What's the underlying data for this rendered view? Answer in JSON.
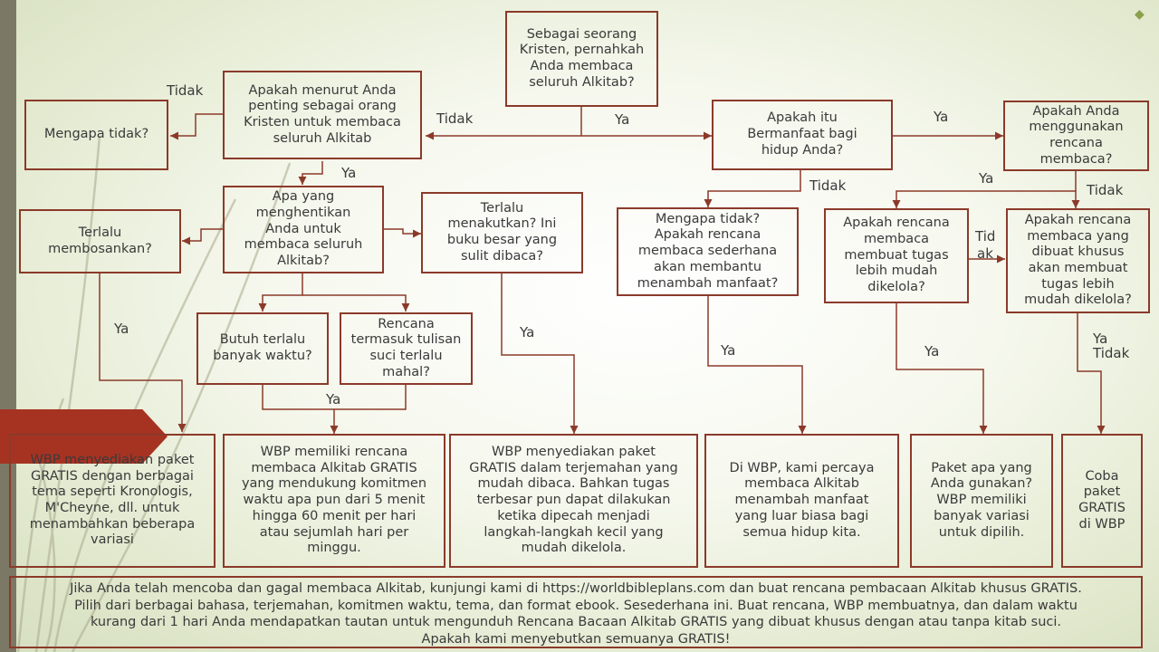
{
  "nodes": {
    "start": "Sebagai seorang\nKristen, pernahkah\nAnda membaca\nseluruh Alkitab?",
    "important": "Apakah menurut Anda\npenting sebagai orang\nKristen untuk membaca\nseluruh Alkitab",
    "why_not_1": "Mengapa tidak?",
    "beneficial": "Apakah itu\nBermanfaat bagi\nhidup Anda?",
    "using_plan": "Apakah Anda\nmenggunakan\nrencana\nmembaca?",
    "what_stops": "Apa yang\nmenghentikan\nAnda untuk\nmembaca seluruh\nAlkitab?",
    "boring": "Terlalu\nmembosankan?",
    "scary": "Terlalu\nmenakutkan?  Ini\nbuku besar yang\nsulit dibaca?",
    "why_not_2": "Mengapa tidak?\nApakah rencana\nmembaca sederhana\nakan membantu\nmenambah manfaat?",
    "plan_easier": "Apakah rencana\nmembaca\nmembuat tugas\nlebih mudah\ndikelola?",
    "custom_plan": "Apakah rencana\nmembaca yang\ndibuat khusus\nakan membuat\ntugas lebih\nmudah dikelola?",
    "too_long": "Butuh terlalu\nbanyak waktu?",
    "expensive": "Rencana\ntermasuk tulisan\nsuci terlalu\nmahal?",
    "ans_themes": "WBP menyediakan paket\nGRATIS dengan berbagai\ntema seperti Kronologis,\nM'Cheyne, dll. untuk\nmenambahkan beberapa\nvariasi",
    "ans_time": "WBP memiliki rencana\nmembaca Alkitab GRATIS\nyang mendukung komitmen\nwaktu apa pun dari 5 menit\nhingga 60 menit per hari\natau sejumlah hari per\nminggu.",
    "ans_translation": "WBP menyediakan paket\nGRATIS dalam terjemahan yang\nmudah dibaca.  Bahkan tugas\nterbesar pun dapat dilakukan\nketika dipecah menjadi\nlangkah-langkah kecil yang\nmudah dikelola.",
    "ans_benefit": "Di WBP, kami percaya\nmembaca Alkitab\nmenambah manfaat\nyang luar biasa bagi\nsemua hidup kita.",
    "ans_which": "Paket apa yang\nAnda gunakan?\nWBP memiliki\nbanyak variasi\nuntuk dipilih.",
    "ans_try": "Coba\npaket\nGRATIS\ndi WBP"
  },
  "labels": {
    "tidak": "Tidak",
    "ya": "Ya",
    "tid": "Tid",
    "ak": "ak"
  },
  "footer": {
    "line1": "Jika Anda telah mencoba dan gagal membaca Alkitab, kunjungi kami di https://worldbibleplans.com dan buat rencana pembacaan Alkitab khusus GRATIS.",
    "line2": "Pilih dari berbagai bahasa, terjemahan, komitmen waktu, tema, dan format ebook.  Sesederhana ini.  Buat rencana, WBP membuatnya, dan dalam waktu",
    "line3": "kurang dari 1 hari Anda mendapatkan tautan untuk mengunduh Rencana Bacaan Alkitab GRATIS yang dibuat khusus dengan atau tanpa kitab suci.",
    "line4": "Apakah kami menyebutkan semuanya GRATIS!"
  },
  "colors": {
    "accent": "#8b3a2a",
    "banner": "#a63322",
    "sidebar": "#7b7965",
    "icon": "#8ba04a"
  },
  "icons": {
    "corner": "diamond-arrow-icon"
  }
}
